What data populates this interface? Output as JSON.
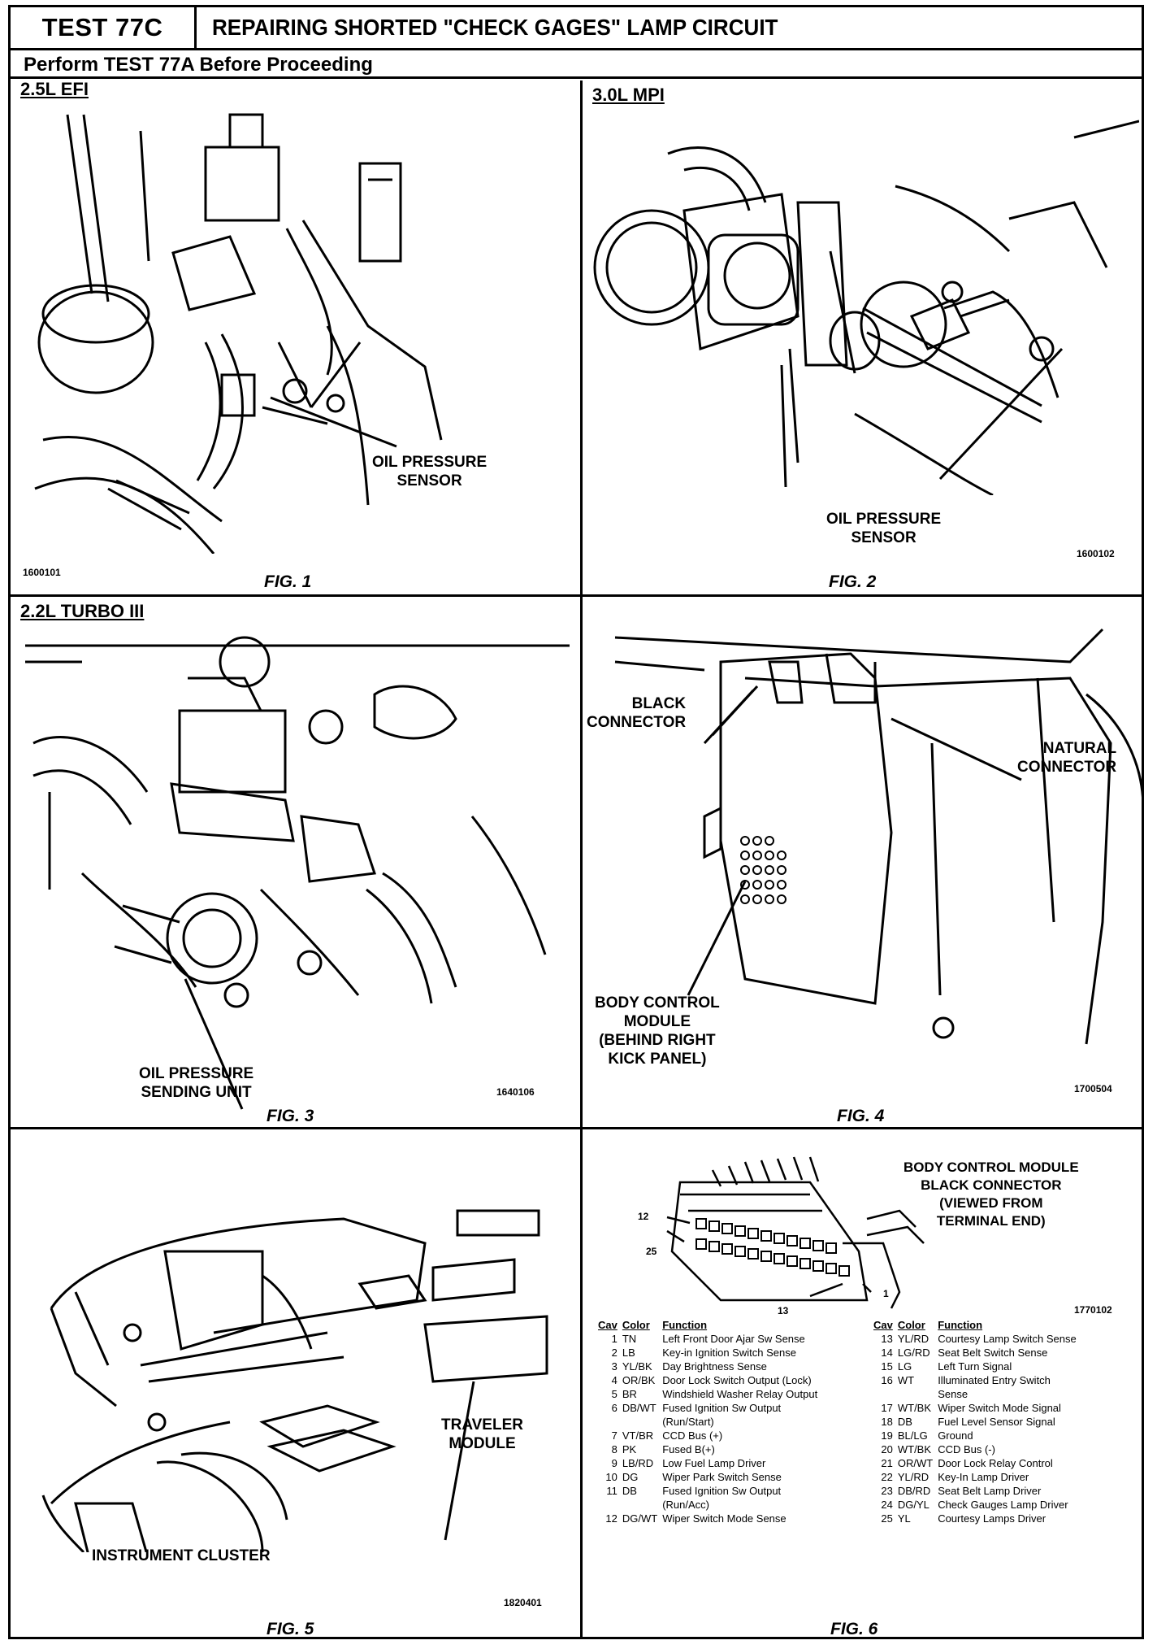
{
  "header": {
    "test_id": "TEST 77C",
    "title": "REPAIRING SHORTED \"CHECK GAGES\" LAMP CIRCUIT",
    "subtitle": "Perform TEST 77A Before Proceeding"
  },
  "fig1": {
    "engine": "2.5L EFI",
    "callout": "OIL PRESSURE\nSENSOR",
    "code": "1600101",
    "caption": "FIG. 1"
  },
  "fig2": {
    "engine": "3.0L MPI",
    "callout": "OIL PRESSURE\nSENSOR",
    "code": "1600102",
    "caption": "FIG. 2"
  },
  "fig3": {
    "engine": "2.2L TURBO III",
    "callout": "OIL PRESSURE\nSENDING UNIT",
    "code": "1640106",
    "caption": "FIG. 3"
  },
  "fig4": {
    "callout_black": "BLACK\nCONNECTOR",
    "callout_natural": "NATURAL\nCONNECTOR",
    "callout_bcm": "BODY CONTROL\nMODULE\n(BEHIND RIGHT\nKICK PANEL)",
    "code": "1700504",
    "caption": "FIG. 4"
  },
  "fig5": {
    "callout_traveler": "TRAVELER\nMODULE",
    "callout_cluster": "INSTRUMENT CLUSTER",
    "code": "1820401",
    "caption": "FIG. 5"
  },
  "fig6": {
    "title": "BODY CONTROL MODULE\nBLACK CONNECTOR\n(VIEWED FROM\nTERMINAL END)",
    "pin_labels": [
      "12",
      "25",
      "13",
      "1"
    ],
    "code": "1770102",
    "caption": "FIG. 6",
    "headers": [
      "Cav",
      "Color",
      "Function"
    ],
    "left_rows": [
      [
        "1",
        "TN",
        "Left Front Door Ajar Sw Sense"
      ],
      [
        "2",
        "LB",
        "Key-in Ignition Switch Sense"
      ],
      [
        "3",
        "YL/BK",
        "Day Brightness Sense"
      ],
      [
        "4",
        "OR/BK",
        "Door Lock Switch Output (Lock)"
      ],
      [
        "5",
        "BR",
        "Windshield Washer Relay Output"
      ],
      [
        "6",
        "DB/WT",
        "Fused Ignition Sw Output\n(Run/Start)"
      ],
      [
        "7",
        "VT/BR",
        "CCD Bus (+)"
      ],
      [
        "8",
        "PK",
        "Fused B(+)"
      ],
      [
        "9",
        "LB/RD",
        "Low Fuel Lamp Driver"
      ],
      [
        "10",
        "DG",
        "Wiper Park Switch Sense"
      ],
      [
        "11",
        "DB",
        "Fused Ignition Sw Output\n(Run/Acc)"
      ],
      [
        "12",
        "DG/WT",
        "Wiper Switch Mode Sense"
      ]
    ],
    "right_rows": [
      [
        "13",
        "YL/RD",
        "Courtesy Lamp Switch Sense"
      ],
      [
        "14",
        "LG/RD",
        "Seat Belt Switch Sense"
      ],
      [
        "15",
        "LG",
        "Left Turn Signal"
      ],
      [
        "16",
        "WT",
        "Illuminated Entry Switch\nSense"
      ],
      [
        "17",
        "WT/BK",
        "Wiper Switch Mode Signal"
      ],
      [
        "18",
        "DB",
        "Fuel Level Sensor Signal"
      ],
      [
        "19",
        "BL/LG",
        "Ground"
      ],
      [
        "20",
        "WT/BK",
        "CCD Bus (-)"
      ],
      [
        "21",
        "OR/WT",
        "Door Lock Relay Control"
      ],
      [
        "22",
        "YL/RD",
        "Key-In Lamp Driver"
      ],
      [
        "23",
        "DB/RD",
        "Seat Belt Lamp Driver"
      ],
      [
        "24",
        "DG/YL",
        "Check Gauges Lamp Driver"
      ],
      [
        "25",
        "YL",
        "Courtesy Lamps Driver"
      ]
    ]
  }
}
